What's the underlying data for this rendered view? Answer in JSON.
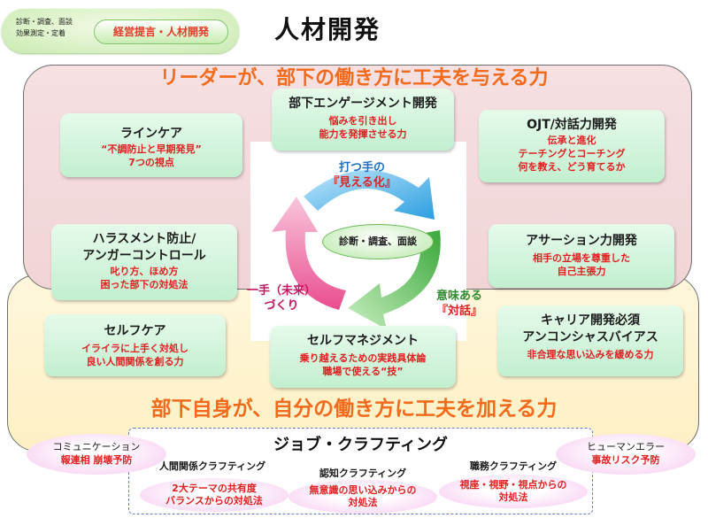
{
  "legend": {
    "small_line1": "診断・調査、面談",
    "small_line2": "効果測定・定着",
    "badge": "経営提言・人材開発"
  },
  "title": "人材開発",
  "banner_top": "リーダーが、部下の働き方に工夫を与える力",
  "banner_bottom": "部下自身が、自分の働き方に工夫を加える力",
  "cards": {
    "engagement": {
      "title": "部下エンゲージメント開発",
      "lines": [
        "悩みを引き出し",
        "能力を発揮させる力"
      ]
    },
    "linecare": {
      "title": "ラインケア",
      "lines": [
        "“不調防止と早期発見”",
        "7つの視点"
      ]
    },
    "ojt": {
      "title": "OJT/対話力開発",
      "lines": [
        "伝承と進化",
        "テーチングとコーチング",
        "何を教え、どう育てるか"
      ]
    },
    "harassment": {
      "title1": "ハラスメント防止/",
      "title2": "アンガーコントロール",
      "lines": [
        "叱り方、ほめ方",
        "困った部下の対処法"
      ]
    },
    "assertion": {
      "title": "アサーション力開発",
      "lines": [
        "相手の立場を尊重した",
        "自己主張力"
      ]
    },
    "selfcare": {
      "title": "セルフケア",
      "lines": [
        "イライラに上手く対処し",
        "良い人間関係を創る力"
      ]
    },
    "selfmanagement": {
      "title": "セルフマネジメント",
      "lines": [
        "乗り越えるための実践具体論",
        "職場で使える“技”"
      ]
    },
    "career": {
      "title1": "キャリア開発必須",
      "title2": "アンコンシャスバイアス",
      "lines": [
        "非合理な思い込みを緩める力"
      ]
    }
  },
  "cycle": {
    "top_line1": "打つ手の",
    "top_line2": "『見える化』",
    "right_line1": "意味ある",
    "right_line2": "『対話』",
    "left_line1": "一手（未来）",
    "left_line2": "づくり",
    "center": "診断・調査、面談"
  },
  "job_crafting": {
    "title": "ジョブ・クラフティング",
    "left_oval": {
      "line1": "コミュニケーション",
      "line2": "報連相  崩壊予防"
    },
    "right_oval": {
      "line1": "ヒューマンエラー",
      "line2": "事故リスク予防"
    },
    "categories": [
      {
        "label": "人間関係クラフティング",
        "line1": "2大テーマの共有度",
        "line2": "バランスからの対処法"
      },
      {
        "label": "認知クラフティング",
        "line1": "無意識の思い込みからの",
        "line2": "対処法"
      },
      {
        "label": "職務クラフティング",
        "line1": "視座・視野・視点からの",
        "line2": "対処法"
      }
    ]
  },
  "colors": {
    "accent_orange": "#f26a1b",
    "red_text": "#e02020",
    "card_green": "#c2efd0",
    "zone_pink": "#f1d4d6",
    "zone_yellow": "#fdf0c4"
  }
}
